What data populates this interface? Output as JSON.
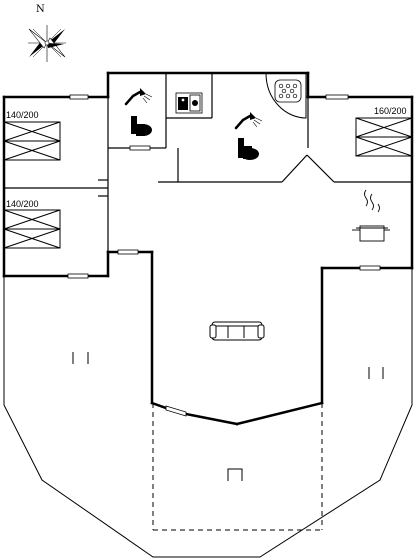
{
  "compass": {
    "north_label": "N"
  },
  "rooms": {
    "bedroom_top_left": {
      "bed_label": "140/200"
    },
    "bedroom_mid_left": {
      "bed_label": "140/200"
    },
    "bedroom_top_right": {
      "bed_label": "160/200"
    }
  },
  "icons": [
    "compass-rose-icon",
    "shower-icon",
    "toilet-icon",
    "washing-machine-icon",
    "jacuzzi-icon",
    "kitchen-pot-icon",
    "sofa-icon",
    "garden-chair-icon",
    "bed-icon"
  ],
  "colors": {
    "wall": "#000000",
    "line": "#333333",
    "background": "#ffffff"
  }
}
